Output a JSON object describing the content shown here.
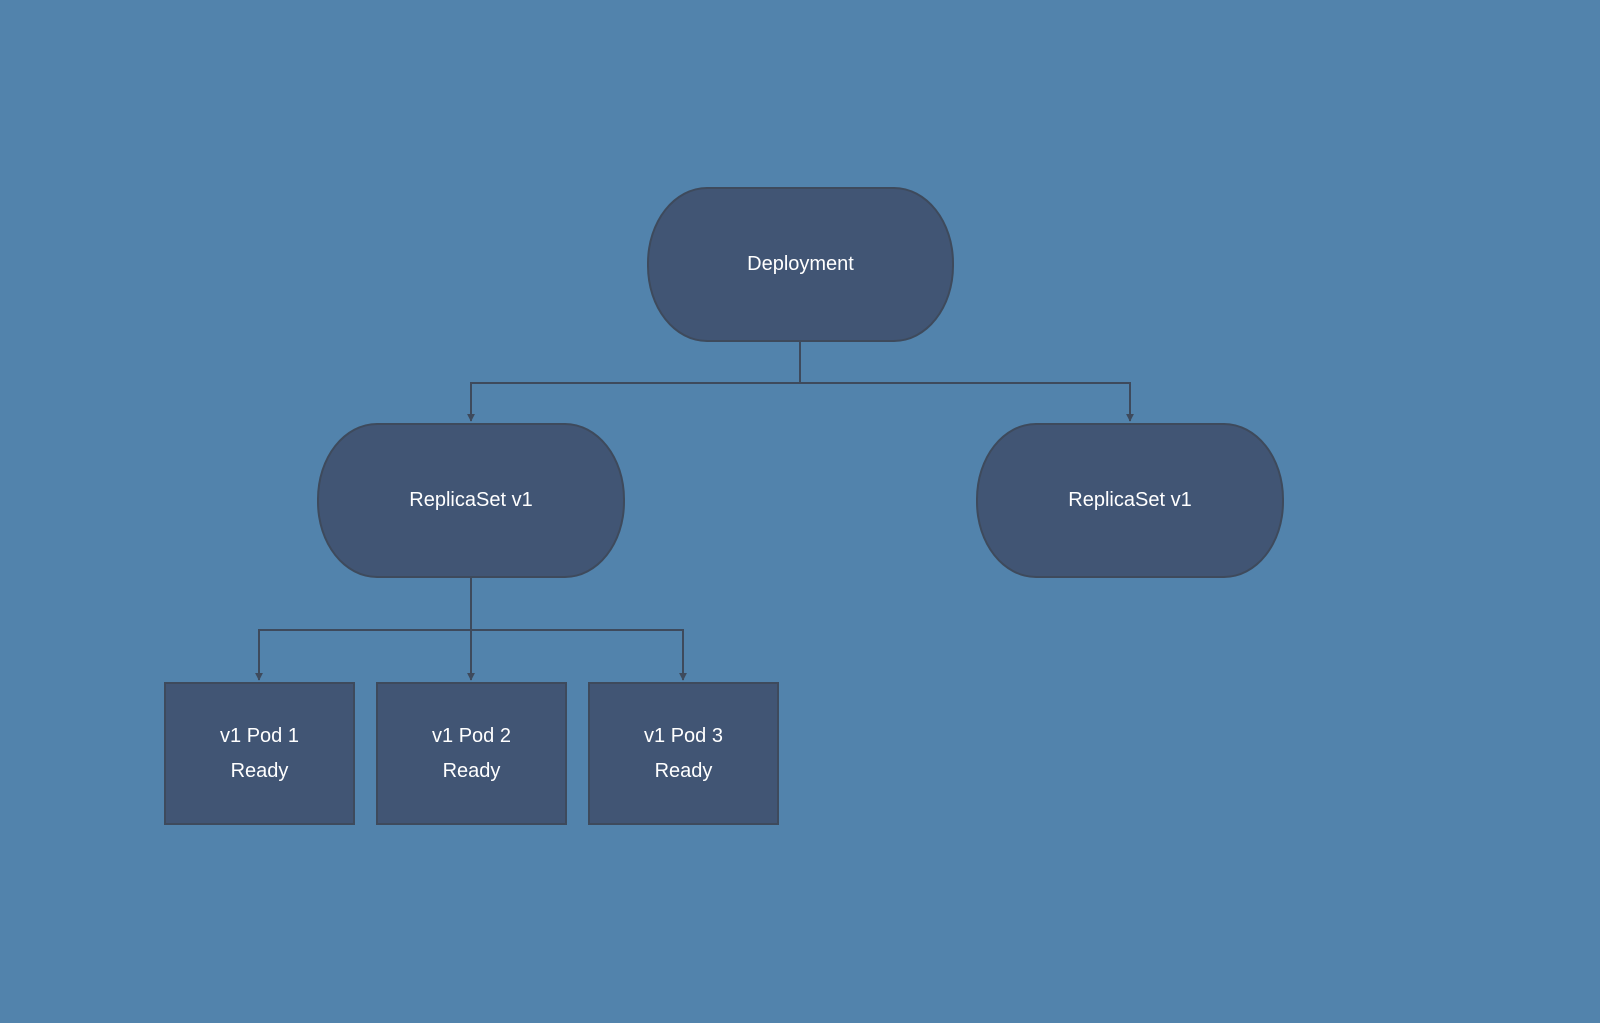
{
  "diagram": {
    "colors": {
      "background": "#5283ac",
      "node_fill": "#415574",
      "node_border": "#3e4a5c",
      "edge": "#3e4a5c",
      "text": "#ffffff"
    },
    "deployment": {
      "label": "Deployment"
    },
    "replicasets": [
      {
        "label": "ReplicaSet v1"
      },
      {
        "label": "ReplicaSet v1"
      }
    ],
    "pods": [
      {
        "name": "v1 Pod 1",
        "status": "Ready"
      },
      {
        "name": "v1 Pod 2",
        "status": "Ready"
      },
      {
        "name": "v1 Pod 3",
        "status": "Ready"
      }
    ]
  }
}
